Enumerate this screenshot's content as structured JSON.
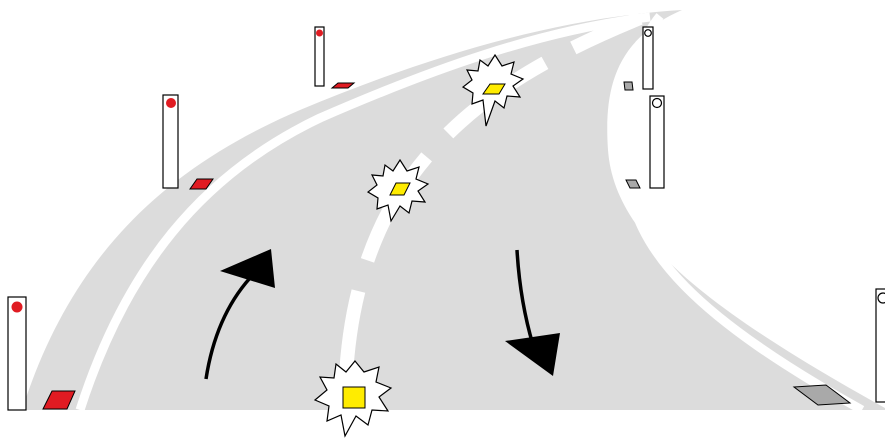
{
  "scene": {
    "kind": "road-markings-illustration",
    "colors": {
      "background": "#ffffff",
      "road": "#dcdcdc",
      "lane_line": "#ffffff",
      "left_reflector": "#e01b22",
      "right_reflector": "#a9a9a9",
      "center_reflector": "#ffec00",
      "outline": "#000000",
      "arrow": "#000000"
    },
    "left_posts": [
      {
        "name": "left-post-near",
        "reflector": "red-dot"
      },
      {
        "name": "left-post-mid",
        "reflector": "red-dot"
      },
      {
        "name": "left-post-far",
        "reflector": "red-dot"
      }
    ],
    "right_posts": [
      {
        "name": "right-post-near",
        "reflector": "white-ring"
      },
      {
        "name": "right-post-mid",
        "reflector": "white-ring"
      },
      {
        "name": "right-post-far",
        "reflector": "white-ring"
      }
    ],
    "center_studs": [
      {
        "name": "center-stud-near",
        "color": "yellow",
        "highlight": "starburst"
      },
      {
        "name": "center-stud-mid",
        "color": "yellow",
        "highlight": "starburst"
      },
      {
        "name": "center-stud-far",
        "color": "yellow",
        "highlight": "starburst"
      }
    ],
    "arrows": [
      {
        "name": "arrow-up-lane",
        "direction": "away"
      },
      {
        "name": "arrow-down-lane",
        "direction": "toward"
      }
    ]
  }
}
